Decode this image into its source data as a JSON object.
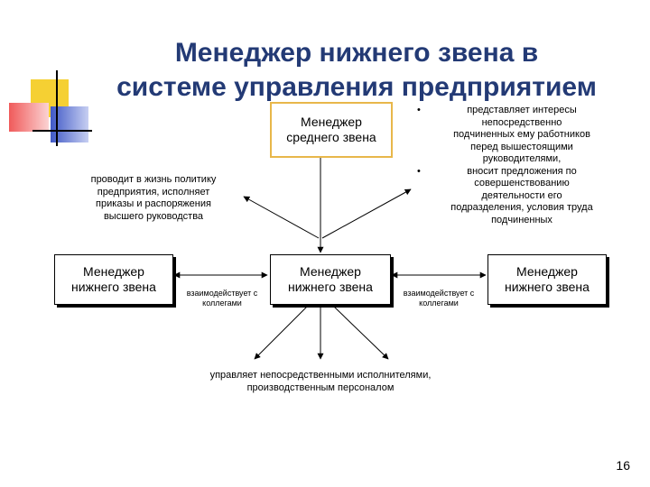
{
  "slide": {
    "title_line1": "Менеджер нижнего звена в",
    "title_line2": "системе управления предприятием",
    "page_number": "16"
  },
  "diagram": {
    "middle_manager": [
      "Менеджер",
      "среднего звена"
    ],
    "lower_manager_left": [
      "Менеджер",
      "нижнего звена"
    ],
    "lower_manager_center": [
      "Менеджер",
      "нижнего звена"
    ],
    "lower_manager_right": [
      "Менеджер",
      "нижнего звена"
    ],
    "policy_note": [
      "проводит в жизнь политику",
      "предприятия, исполняет",
      "приказы и распоряжения",
      "высшего руководства"
    ],
    "bullet_1": [
      "представляет интересы",
      "непосредственно",
      "подчиненных ему работников",
      "перед вышестоящими",
      "руководителями,"
    ],
    "bullet_2": [
      "вносит предложения по",
      "совершенствованию",
      "деятельности его",
      "подразделения, условия труда",
      "подчиненных"
    ],
    "peer_note_left": [
      "взаимодействует с",
      "коллегами"
    ],
    "peer_note_right": [
      "взаимодействует с",
      "коллегами"
    ],
    "executors_note": [
      "управляет непосредственными исполнителями,",
      "производственным персоналом"
    ]
  },
  "colors": {
    "title": "#233a75",
    "decor_yellow": "#f5d033",
    "decor_red": "#f05a5a",
    "decor_blue": "#4059c6",
    "middle_box_border": "#e8b74a"
  }
}
